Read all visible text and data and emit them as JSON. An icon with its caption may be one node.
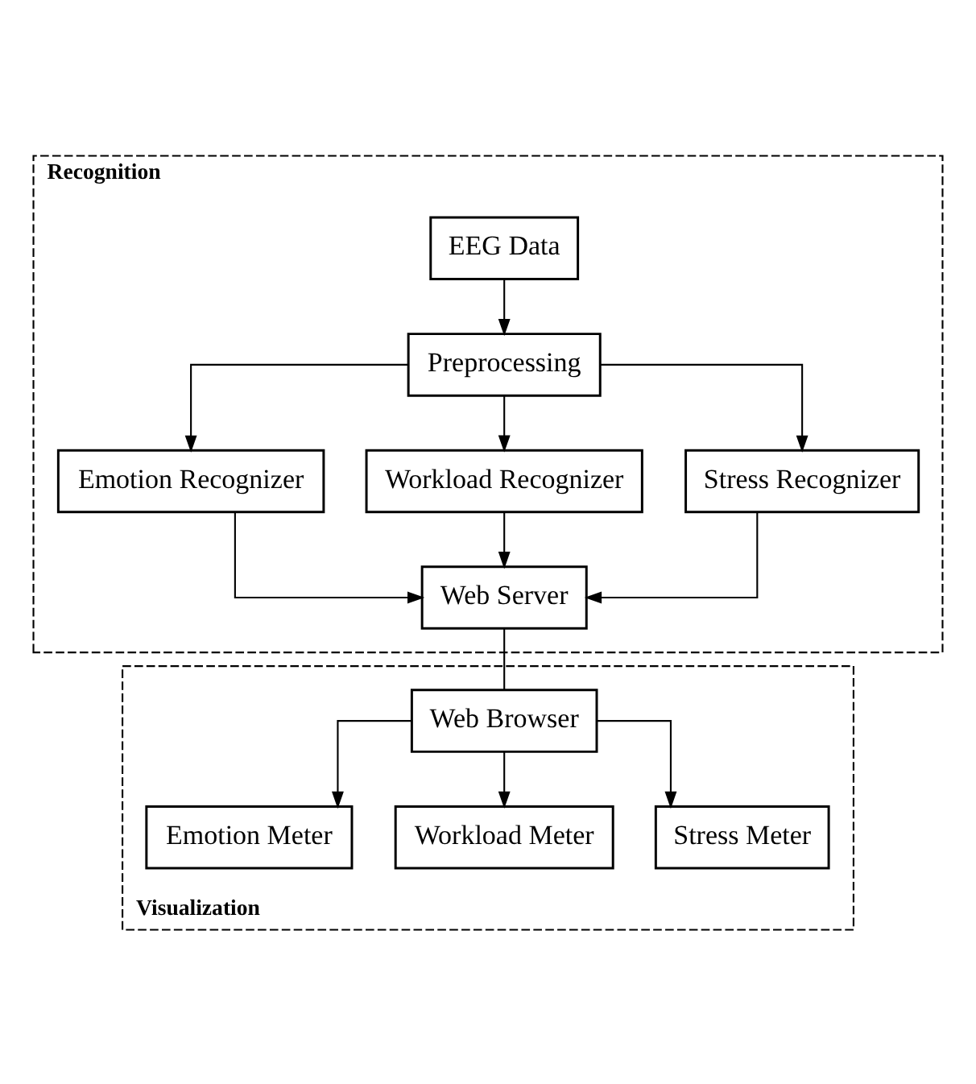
{
  "diagram": {
    "nodes": [
      {
        "text": [
          "Recognition"
        ]
      },
      {
        "text": [
          "EEG Data"
        ],
        "in": 0
      },
      {
        "text": [
          "Preprocessing"
        ],
        "in": 0
      },
      {
        "text": [
          "Emotion Recognizer"
        ],
        "in": 0
      },
      {
        "text": [
          "Workload Recognizer"
        ],
        "in": 0
      },
      {
        "text": [
          "Stress Recognizer"
        ],
        "in": 0
      },
      {
        "text": [
          "Web Server"
        ],
        "in": 0
      },
      {
        "text": [
          "Visualization"
        ]
      },
      {
        "text": [
          "Web Browser"
        ],
        "in": 7
      },
      {
        "text": [
          "Emotion Meter"
        ],
        "in": 7
      },
      {
        "text": [
          "Workload Meter"
        ],
        "in": 7
      },
      {
        "text": [
          "Stress Meter"
        ],
        "in": 7
      }
    ],
    "edges": [
      {
        "from": 1,
        "to": 2,
        "arrow": "to"
      },
      {
        "from": 2,
        "to": 3,
        "arrow": "to"
      },
      {
        "from": 2,
        "to": 4,
        "arrow": "to"
      },
      {
        "from": 2,
        "to": 5,
        "arrow": "to"
      },
      {
        "from": 3,
        "to": 6,
        "arrow": "to"
      },
      {
        "from": 4,
        "to": 6,
        "arrow": "to"
      },
      {
        "from": 5,
        "to": 6,
        "arrow": "to"
      },
      {
        "from": 6,
        "to": 8,
        "arrow": "none"
      },
      {
        "from": 8,
        "to": 9,
        "arrow": "to"
      },
      {
        "from": 8,
        "to": 10,
        "arrow": "to"
      },
      {
        "from": 8,
        "to": 11,
        "arrow": "to"
      }
    ]
  }
}
